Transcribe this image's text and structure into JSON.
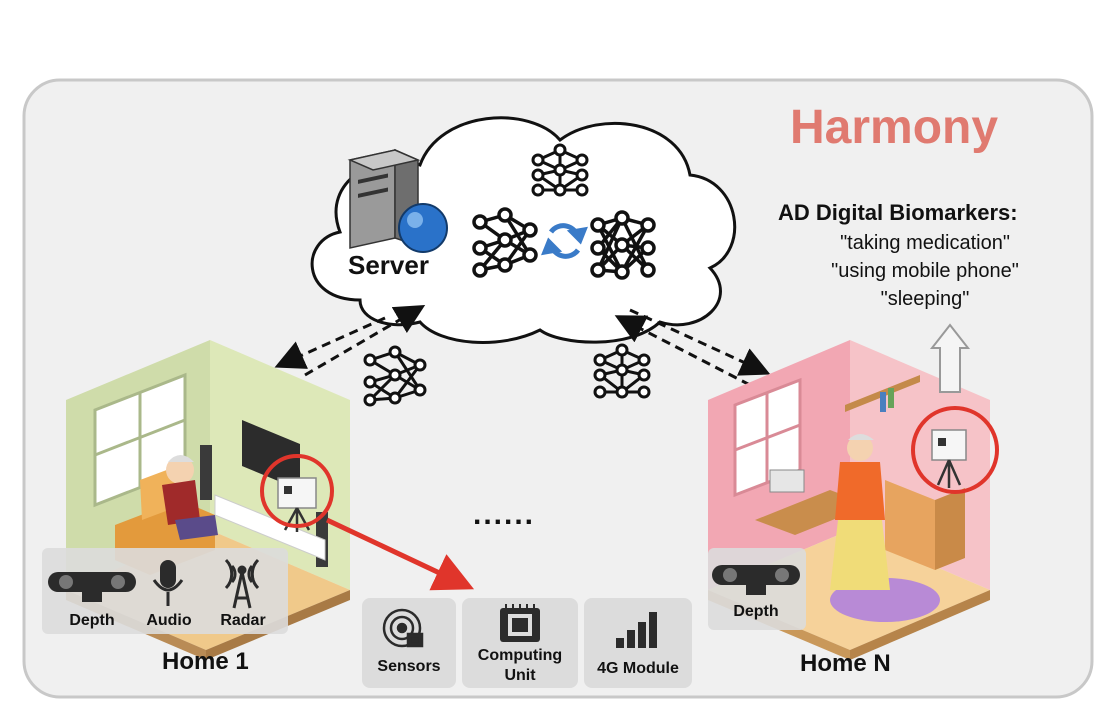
{
  "title": "Harmony",
  "server_label": "Server",
  "biomarkers": {
    "heading": "AD Digital Biomarkers:",
    "items": [
      "\"taking medication\"",
      "\"using mobile phone\"",
      "\"sleeping\""
    ]
  },
  "home1": {
    "label": "Home 1",
    "sensors": [
      "Depth",
      "Audio",
      "Radar"
    ]
  },
  "homeN": {
    "label": "Home N",
    "sensors": [
      "Depth"
    ]
  },
  "ellipsis": "......",
  "device_modules": [
    {
      "label": "Sensors",
      "icon": "sensor-icon"
    },
    {
      "label": "Computing Unit",
      "icon": "chip-icon"
    },
    {
      "label": "4G Module",
      "icon": "signal-bars-icon"
    }
  ],
  "colors": {
    "title": "#e07a70",
    "highlight": "#e0352b",
    "sync": "#3a7bc8"
  }
}
